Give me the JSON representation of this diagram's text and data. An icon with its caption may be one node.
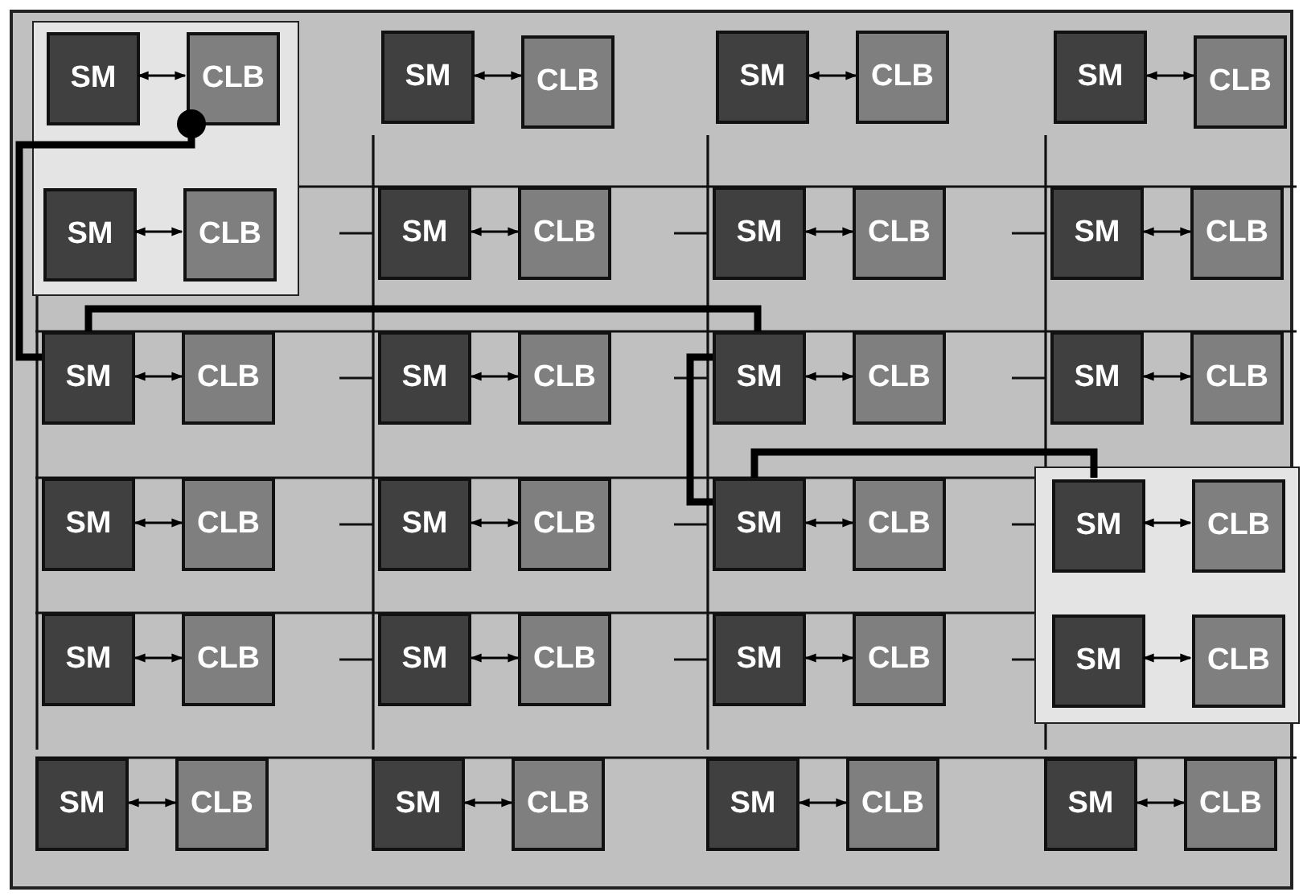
{
  "diagram": {
    "nodes": [
      {
        "text": [],
        "shape": "box"
      },
      {
        "text": [
          "SM"
        ],
        "in": 0
      },
      {
        "text": [
          "CLB"
        ],
        "in": 0
      },
      {
        "text": [
          "SM"
        ]
      },
      {
        "text": [
          "CLB"
        ]
      },
      {
        "text": [
          "SM"
        ]
      },
      {
        "text": [
          "CLB"
        ]
      },
      {
        "text": [
          "SM"
        ]
      },
      {
        "text": [
          "CLB"
        ]
      },
      {
        "text": [
          "SM"
        ],
        "in": 0
      },
      {
        "text": [
          "CLB"
        ],
        "in": 0
      },
      {
        "text": [
          "SM"
        ]
      },
      {
        "text": [
          "CLB"
        ]
      },
      {
        "text": [
          "SM"
        ]
      },
      {
        "text": [
          "CLB"
        ]
      },
      {
        "text": [
          "SM"
        ]
      },
      {
        "text": [
          "CLB"
        ]
      },
      {
        "text": [
          "SM"
        ]
      },
      {
        "text": [
          "CLB"
        ]
      },
      {
        "text": [
          "SM"
        ]
      },
      {
        "text": [
          "CLB"
        ]
      },
      {
        "text": [
          "SM"
        ]
      },
      {
        "text": [
          "CLB"
        ]
      },
      {
        "text": [
          "SM"
        ]
      },
      {
        "text": [
          "CLB"
        ]
      },
      {
        "text": [
          "SM"
        ]
      },
      {
        "text": [
          "CLB"
        ]
      },
      {
        "text": [
          "SM"
        ]
      },
      {
        "text": [
          "CLB"
        ]
      },
      {
        "text": [
          "SM"
        ]
      },
      {
        "text": [
          "CLB"
        ]
      },
      {
        "text": [],
        "shape": "box"
      },
      {
        "text": [
          "SM"
        ],
        "in": 31
      },
      {
        "text": [
          "CLB"
        ],
        "in": 31
      },
      {
        "text": [
          "SM"
        ]
      },
      {
        "text": [
          "CLB"
        ]
      },
      {
        "text": [
          "SM"
        ]
      },
      {
        "text": [
          "CLB"
        ]
      },
      {
        "text": [
          "SM"
        ]
      },
      {
        "text": [
          "CLB"
        ]
      },
      {
        "text": [
          "SM"
        ],
        "in": 31
      },
      {
        "text": [
          "CLB"
        ],
        "in": 31
      },
      {
        "text": [
          "SM"
        ]
      },
      {
        "text": [
          "CLB"
        ]
      },
      {
        "text": [
          "SM"
        ]
      },
      {
        "text": [
          "CLB"
        ]
      },
      {
        "text": [
          "SM"
        ]
      },
      {
        "text": [
          "CLB"
        ]
      },
      {
        "text": [
          "SM"
        ]
      },
      {
        "text": [
          "CLB"
        ]
      }
    ],
    "edges": [
      {
        "from": 1,
        "to": 2,
        "arrow": "both"
      },
      {
        "from": 3,
        "to": 4,
        "arrow": "both"
      },
      {
        "from": 5,
        "to": 6,
        "arrow": "both"
      },
      {
        "from": 7,
        "to": 8,
        "arrow": "both"
      },
      {
        "from": 9,
        "to": 10,
        "arrow": "both"
      },
      {
        "from": 11,
        "to": 12,
        "arrow": "both"
      },
      {
        "from": 13,
        "to": 14,
        "arrow": "both"
      },
      {
        "from": 15,
        "to": 16,
        "arrow": "both"
      },
      {
        "from": 17,
        "to": 18,
        "arrow": "both"
      },
      {
        "from": 19,
        "to": 20,
        "arrow": "both"
      },
      {
        "from": 21,
        "to": 22,
        "arrow": "both"
      },
      {
        "from": 23,
        "to": 24,
        "arrow": "both"
      },
      {
        "from": 25,
        "to": 26,
        "arrow": "both"
      },
      {
        "from": 27,
        "to": 28,
        "arrow": "both"
      },
      {
        "from": 29,
        "to": 30,
        "arrow": "both"
      },
      {
        "from": 32,
        "to": 33,
        "arrow": "both"
      },
      {
        "from": 34,
        "to": 35,
        "arrow": "both"
      },
      {
        "from": 36,
        "to": 37,
        "arrow": "both"
      },
      {
        "from": 38,
        "to": 39,
        "arrow": "both"
      },
      {
        "from": 40,
        "to": 41,
        "arrow": "both"
      },
      {
        "from": 42,
        "to": 43,
        "arrow": "both"
      },
      {
        "from": 44,
        "to": 45,
        "arrow": "both"
      },
      {
        "from": 46,
        "to": 47,
        "arrow": "both"
      },
      {
        "from": 48,
        "to": 49,
        "arrow": "both"
      },
      {
        "from": 2,
        "to": 17,
        "arrow": "other",
        "style": "thick"
      },
      {
        "from": 17,
        "to": 21,
        "arrow": "none",
        "style": "thick"
      },
      {
        "from": 21,
        "to": 29,
        "arrow": "none",
        "style": "thick"
      },
      {
        "from": 29,
        "to": 32,
        "arrow": "none",
        "style": "thick"
      }
    ]
  }
}
